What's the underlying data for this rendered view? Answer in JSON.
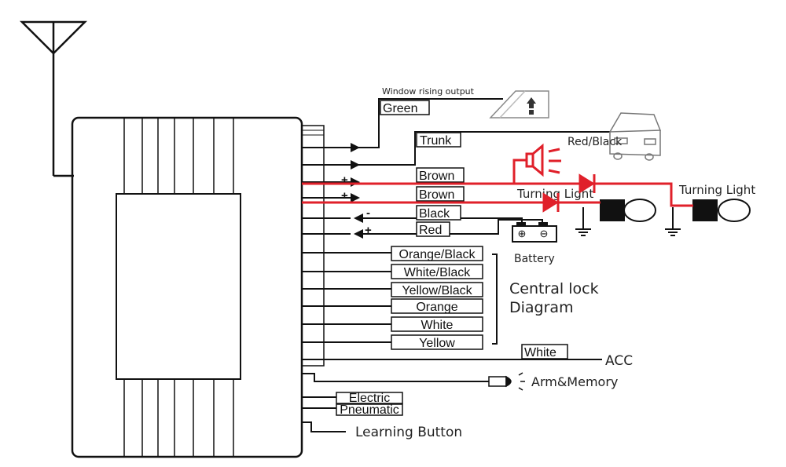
{
  "wires": {
    "window_output": "Window rising output",
    "green": "Green",
    "trunk": "Trunk",
    "brown_1": "Brown",
    "brown_2": "Brown",
    "black": "Black",
    "red": "Red",
    "orange_black": "Orange/Black",
    "white_black": "White/Black",
    "yellow_black": "Yellow/Black",
    "orange": "Orange",
    "white": "White",
    "yellow": "Yellow",
    "white_acc": "White",
    "electric": "Electric",
    "pneumatic": "Pneumatic"
  },
  "signs": {
    "minus_1": "-",
    "minus_2": "-",
    "plus_1": "+",
    "plus_2": "+",
    "minus_3": "-",
    "plus_3": "+"
  },
  "labels": {
    "red_black": "Red/Black",
    "turning_light_1": "Turning Light",
    "turning_light_2": "Turning Light",
    "battery": "Battery",
    "battery_plus": "⊕",
    "battery_minus": "⊖",
    "central_lock_line1": "Central lock",
    "central_lock_line2": "Diagram",
    "acc": "ACC",
    "arm_memory": "Arm&Memory",
    "learning_button": "Learning Button"
  },
  "colors": {
    "line": "#111111",
    "annotation_red": "#e0202a",
    "window_output_text": "#666666"
  }
}
